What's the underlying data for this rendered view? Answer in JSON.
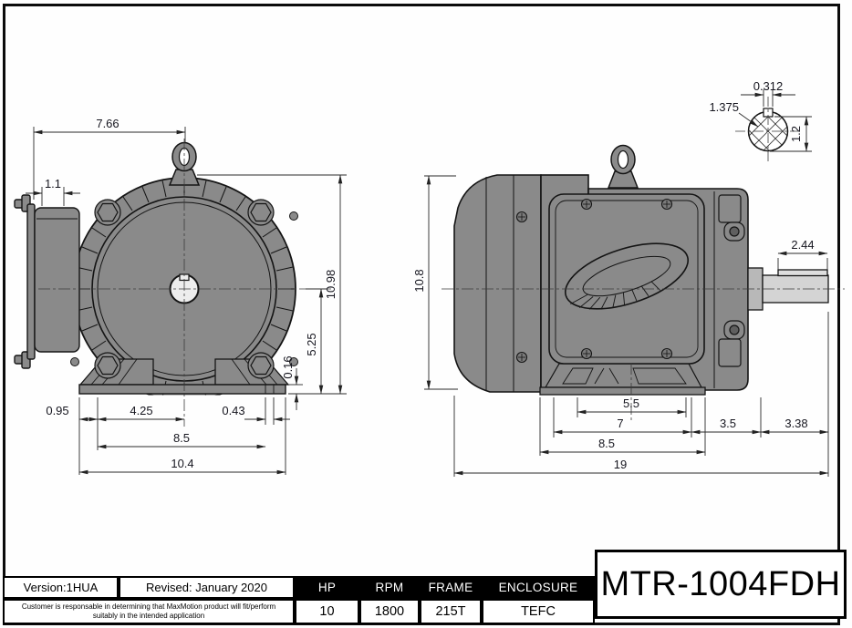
{
  "drawing": {
    "front_view": {
      "dims": {
        "top_width": "7.66",
        "conduit_box_depth": "1.1",
        "overall_height": "10.98",
        "shaft_center_height": "5.25",
        "base_pad_thickness": "0.16",
        "base_edge_offset": "0.95",
        "foot_to_center": "4.25",
        "pad_width": "0.43",
        "foot_span": "8.5",
        "base_width": "10.4"
      }
    },
    "side_view": {
      "dims": {
        "body_height": "10.8",
        "key_length": "2.44",
        "mount_slot_span": "5.5",
        "foot_span": "7",
        "foot_to_face": "3.5",
        "shaft_extension": "3.38",
        "base_length": "8.5",
        "overall_length": "19"
      }
    },
    "shaft_detail": {
      "dims": {
        "keyway_width": "0.312",
        "shaft_diameter": "1.375",
        "key_flat_height": "1.2"
      }
    }
  },
  "title_block": {
    "version": "Version:1HUA",
    "revised": "Revised: January 2020",
    "disclaimer": "Customer is responsable in determining that MaxMotion product will fit/perform suitably in the intended application",
    "part_number": "MTR-1004FDH",
    "specs": {
      "headers": [
        "HP",
        "RPM",
        "FRAME",
        "ENCLOSURE"
      ],
      "values": [
        "10",
        "1800",
        "215T",
        "TEFC"
      ]
    }
  },
  "colors": {
    "motor_body": "#8a8a8a",
    "shaft": "#d4d4d4",
    "outline": "#141414",
    "dimension_text": "#16161f",
    "table_header_bg": "#000000"
  }
}
